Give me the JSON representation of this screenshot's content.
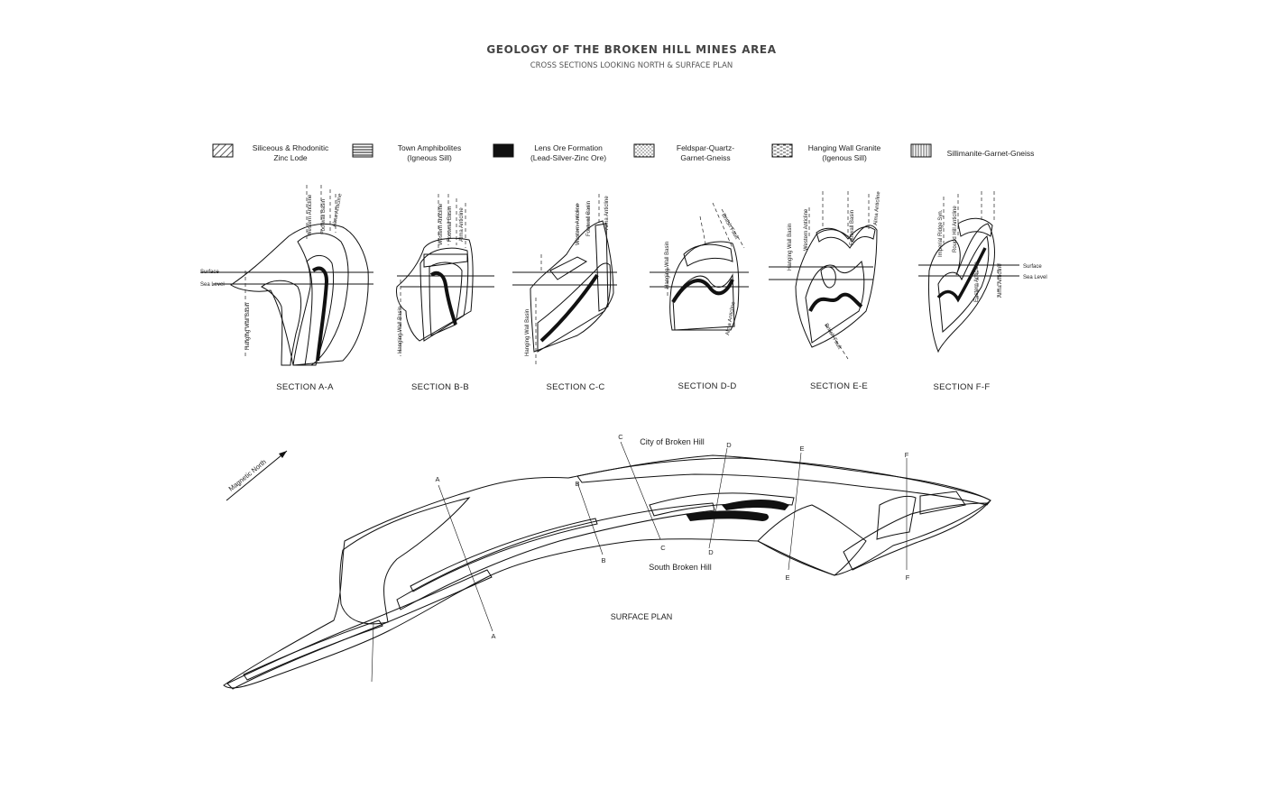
{
  "title": "GEOLOGY OF THE BROKEN HILL MINES AREA",
  "subtitle": "CROSS SECTIONS LOOKING NORTH & SURFACE PLAN",
  "legend": [
    {
      "line1": "Siliceous & Rhodonitic",
      "line2": "Zinc Lode",
      "pattern": "hatch-diag"
    },
    {
      "line1": "Town Amphibolites",
      "line2": "(Igneous Sill)",
      "pattern": "hatch-horiz"
    },
    {
      "line1": "Lens Ore Formation",
      "line2": "(Lead-Silver-Zinc Ore)",
      "pattern": "solid"
    },
    {
      "line1": "Feldspar-Quartz-",
      "line2": "Garnet-Gneiss",
      "pattern": "dots"
    },
    {
      "line1": "Hanging Wall Granite",
      "line2": "(Igenous Sill)",
      "pattern": "dashes"
    },
    {
      "line1": "Sillimanite-Garnet-Gneiss",
      "line2": "",
      "pattern": "vertical"
    }
  ],
  "sections": {
    "a": {
      "title": "SECTION A-A",
      "surface": "Surface",
      "sea_level": "Sea Level",
      "labels": [
        "Western Anticline",
        "Footwall Basin",
        "Alma Anticline",
        "Hanging Wall Basin"
      ]
    },
    "b": {
      "title": "SECTION B-B",
      "labels": [
        "Western Anticline",
        "Footwall Basin",
        "Alma Anticline",
        "Hanging Wall Basin"
      ]
    },
    "c": {
      "title": "SECTION C-C",
      "labels": [
        "Western Anticline",
        "Footwall Basin",
        "Alma Anticline",
        "Hanging Wall Basin"
      ]
    },
    "d": {
      "title": "SECTION D-D",
      "labels": [
        "British Fault",
        "Hanging Wall Basin",
        "Alma Anticline"
      ]
    },
    "e": {
      "title": "SECTION E-E",
      "labels": [
        "Hanging Wall Basin",
        "Western Anticline",
        "Footwall Basin",
        "Alma Anticline",
        "British Fault"
      ]
    },
    "f": {
      "title": "SECTION F-F",
      "surface": "Surface",
      "sea_level": "Sea Level",
      "labels": [
        "Imperial Ridge Syn.",
        "Round Hill Anticline",
        "Eastern Anticline",
        "Alma Anticline"
      ]
    }
  },
  "plan": {
    "north": "Magnetic North",
    "city": "City of Broken Hill",
    "south": "South Broken Hill",
    "title": "SURFACE PLAN",
    "line_letters": [
      "A",
      "A",
      "B",
      "B",
      "C",
      "C",
      "D",
      "D",
      "E",
      "E",
      "F",
      "F"
    ]
  }
}
